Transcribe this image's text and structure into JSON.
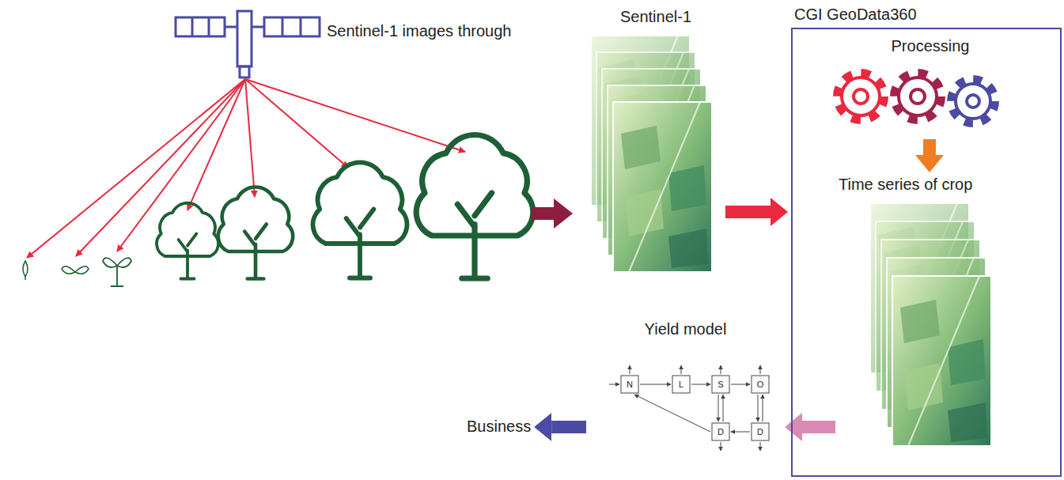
{
  "diagram": {
    "nodes": [
      {
        "text": [
          "Sentinel-1 images through"
        ]
      },
      {
        "text": [
          "Sentinel-1"
        ]
      },
      {
        "text": [
          "CGI GeoData360"
        ]
      },
      {
        "text": [
          "Processing"
        ],
        "in": 2
      },
      {
        "text": [
          "Time series of crop"
        ],
        "in": 2
      },
      {
        "text": [
          "Yield model"
        ]
      },
      {
        "text": [
          "Business"
        ]
      }
    ],
    "edges": [
      {
        "from": 1,
        "to": 2,
        "arrow": "to"
      },
      {
        "from": 3,
        "to": 4,
        "arrow": "to"
      },
      {
        "from": 4,
        "to": 5,
        "arrow": "to"
      },
      {
        "from": 5,
        "to": 6,
        "arrow": "to"
      }
    ],
    "labels": [
      "N",
      "L",
      "S",
      "O",
      "D",
      "D"
    ]
  }
}
